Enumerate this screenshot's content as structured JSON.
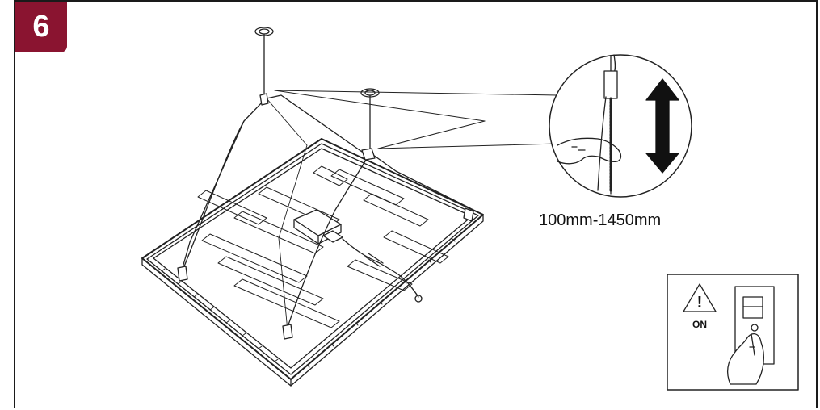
{
  "step": {
    "number": "6",
    "badge_color": "#8a1430"
  },
  "adjust_range": "100mm-1450mm",
  "switch_panel": {
    "warning_symbol": "!",
    "label": "ON"
  },
  "icons": [
    "ceiling-anchor-icon",
    "double-arrow-icon",
    "warning-icon",
    "wall-switch-icon",
    "hand-icon"
  ]
}
